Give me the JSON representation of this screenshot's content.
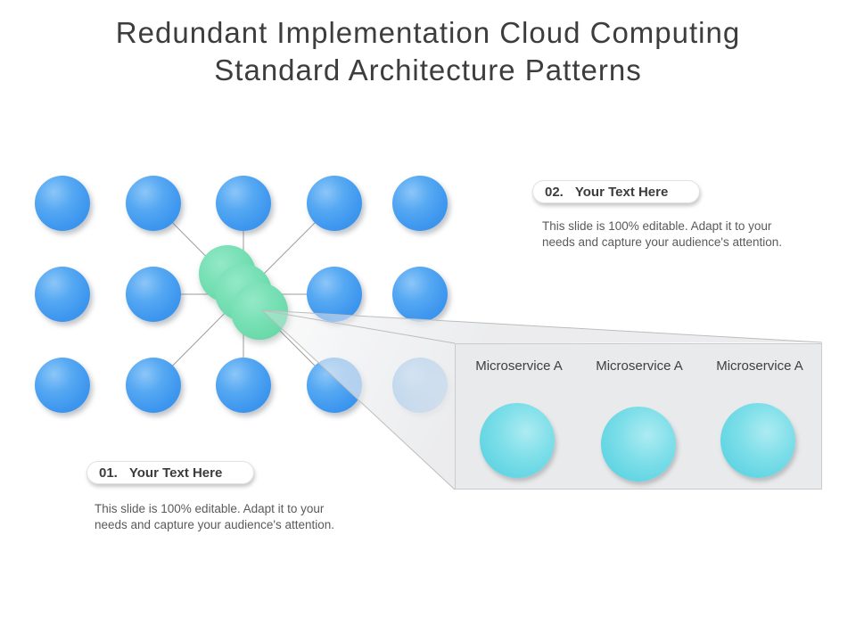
{
  "slide": {
    "title_line1": "Redundant Implementation Cloud Computing",
    "title_line2": "Standard Architecture Patterns"
  },
  "sections": [
    {
      "number": "01.",
      "heading": "Your Text Here",
      "body": "This slide is 100% editable. Adapt it to your needs and capture your audience's attention."
    },
    {
      "number": "02.",
      "heading": "Your Text Here",
      "body": "This slide is 100% editable. Adapt it to your needs and capture your audience's attention."
    }
  ],
  "callout": {
    "labels": [
      "Microservice A",
      "Microservice A",
      "Microservice A"
    ]
  },
  "icons": {
    "blue_node": "server-node-icon",
    "green_cluster": "redundant-cluster-icon",
    "cyan_node": "microservice-icon",
    "funnel": "zoom-callout-funnel",
    "connections": "connection-lines"
  },
  "colors": {
    "node_blue": "#3e97ef",
    "cluster_green": "#6cdaab",
    "microservice_cyan": "#62d5e3",
    "callout_bg": "#e9eaeb",
    "connector_gray": "#9b9b9b",
    "title_text": "#3d3d3d",
    "body_text": "#5a5a5a"
  }
}
